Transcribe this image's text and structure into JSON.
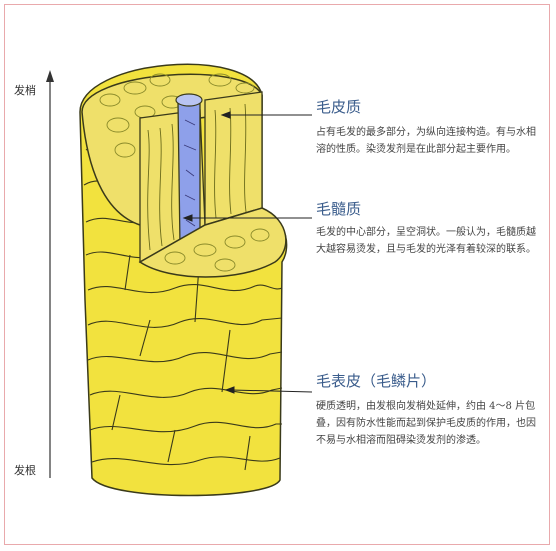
{
  "axis": {
    "top_label": "发梢",
    "bottom_label": "发根"
  },
  "sections": [
    {
      "title": "毛皮质",
      "text": "占有毛发的最多部分，为纵向连接构造。有与水相溶的性质。染烫发剂是在此部分起主要作用。"
    },
    {
      "title": "毛髓质",
      "text": "毛发的中心部分，呈空洞状。一般认为，毛髓质越大越容易烫发，且与毛发的光泽有着较深的联系。"
    },
    {
      "title": "毛表皮（毛鳞片）",
      "text": "硬质透明，由发根向发梢处延伸，约由 4～8 片包叠，因有防水性能而起到保护毛皮质的作用，也因不易与水相溶而阻碍染烫发剂的渗透。"
    }
  ],
  "colors": {
    "cuticle": "#f2e23e",
    "cortex": "#efe06a",
    "medulla": "#8ea0ea",
    "outline": "#3a3a1a",
    "pointer": "#222222"
  }
}
